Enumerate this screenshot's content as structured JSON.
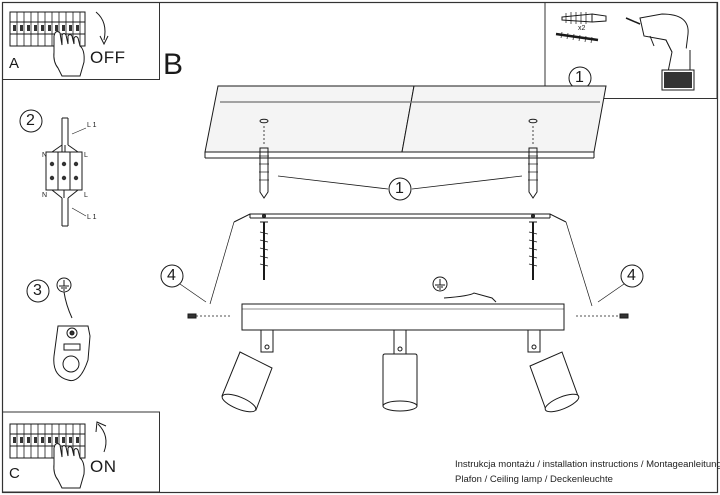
{
  "panels": {
    "a": {
      "letter": "A",
      "action": "OFF"
    },
    "b": {
      "letter": "B"
    },
    "c": {
      "letter": "C",
      "action": "ON"
    }
  },
  "steps": [
    "1",
    "2",
    "3",
    "4"
  ],
  "wiring": {
    "phase": "L 1",
    "live": "L",
    "neutral": "N"
  },
  "tools": {
    "quantity": "x2"
  },
  "footer": {
    "line1": "Instrukcja montażu / installation instructions / Montageanleitung",
    "line2": "Plafon / Ceiling lamp / Deckenleuchte"
  },
  "colors": {
    "line": "#1a1a1a",
    "panel_border": "#333333",
    "ceiling_fill": "#f4f4f4"
  }
}
